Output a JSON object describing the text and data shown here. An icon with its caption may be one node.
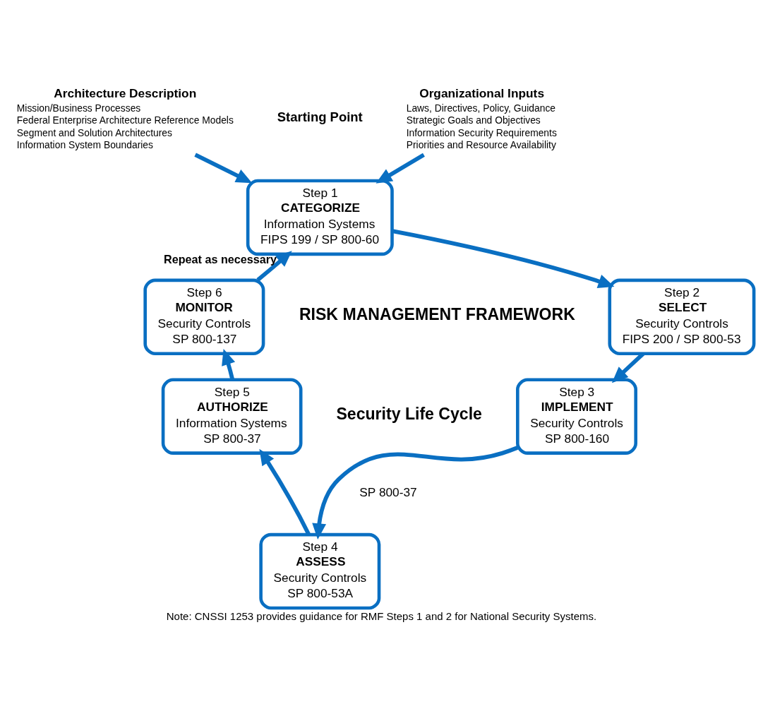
{
  "diagram": {
    "caption": "Note: CNSSI 1253 provides guidance for RMF Steps 1 and 2 for National Security Systems.",
    "nodes": [
      {
        "text": [
          "Step 1",
          "CATEGORIZE",
          "Information Systems",
          "FIPS 199 / SP 800-60"
        ]
      },
      {
        "text": [
          "Step 2",
          "SELECT",
          "Security Controls",
          "FIPS 200 / SP 800-53"
        ]
      },
      {
        "text": [
          "Step 3",
          "IMPLEMENT",
          "Security Controls",
          "SP 800-160"
        ]
      },
      {
        "text": [
          "Step 4",
          "ASSESS",
          "Security Controls",
          "SP 800-53A"
        ]
      },
      {
        "text": [
          "Step 5",
          "AUTHORIZE",
          "Information Systems",
          "SP 800-37"
        ]
      },
      {
        "text": [
          "Step 6",
          "MONITOR",
          "Security Controls",
          "SP 800-137"
        ]
      },
      {
        "text": [
          "Architecture Description",
          "Mission/Business Processes",
          "Federal Enterprise Architecture Reference Models",
          "Segment and Solution Architectures",
          "Information System Boundaries"
        ]
      },
      {
        "text": [
          "Organizational Inputs",
          "Laws, Directives, Policy, Guidance",
          "Strategic Goals and Objectives",
          "Information Security Requirements",
          "Priorities and Resource Availability"
        ]
      }
    ],
    "edges": [
      {
        "from": 6,
        "to": 0,
        "arrow": "to"
      },
      {
        "from": 7,
        "to": 0,
        "arrow": "to"
      },
      {
        "from": 0,
        "to": 1,
        "arrow": "to"
      },
      {
        "from": 1,
        "to": 2,
        "arrow": "to"
      },
      {
        "from": 2,
        "to": 3,
        "arrow": "to"
      },
      {
        "from": 3,
        "to": 4,
        "arrow": "to"
      },
      {
        "from": 4,
        "to": 5,
        "arrow": "to"
      },
      {
        "from": 5,
        "to": 0,
        "arrow": "to",
        "label": "Repeat as necessary"
      }
    ],
    "labels": [
      "Starting Point",
      "RISK MANAGEMENT FRAMEWORK",
      "Security Life Cycle",
      "SP 800-37"
    ]
  }
}
